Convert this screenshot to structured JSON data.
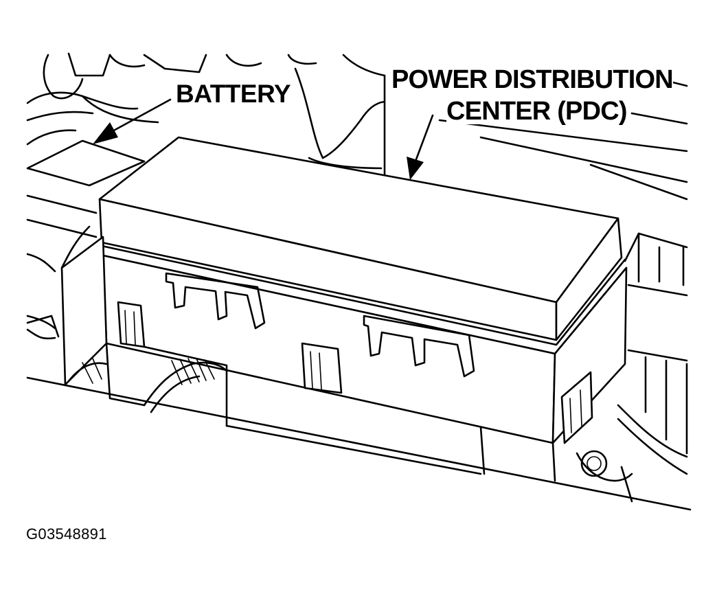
{
  "labels": {
    "battery": "BATTERY",
    "pdc_line1": "POWER DISTRIBUTION",
    "pdc_line2": "CENTER (PDC)"
  },
  "figure_id": "G03548891"
}
